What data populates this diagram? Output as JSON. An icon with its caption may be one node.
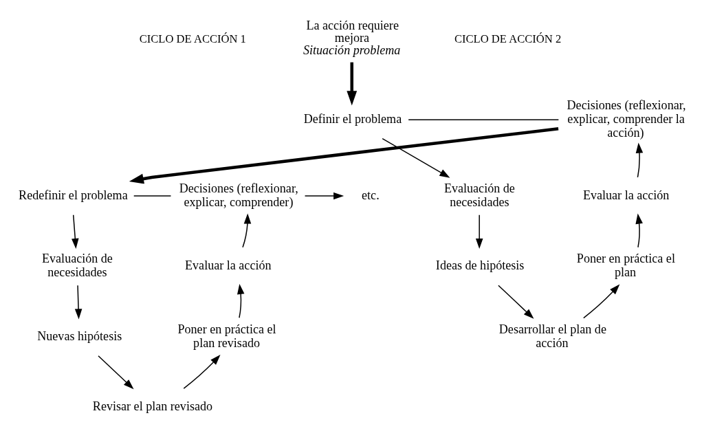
{
  "diagram": {
    "nodes": [
      {
        "text": [
          "La acción requiere mejora",
          "Situación problema"
        ]
      },
      {
        "text": [
          "Definir el problema"
        ]
      },
      {
        "text": [
          "Evaluación de necesidades"
        ]
      },
      {
        "text": [
          "Ideas de hipótesis"
        ]
      },
      {
        "text": [
          "Desarrollar el plan de acción"
        ]
      },
      {
        "text": [
          "Poner en práctica el plan"
        ]
      },
      {
        "text": [
          "Evaluar la acción"
        ]
      },
      {
        "text": [
          "Decisiones (reflexionar, explicar, comprender la acción)"
        ]
      },
      {
        "text": [
          "Redefinir el problema"
        ]
      },
      {
        "text": [
          "Evaluación de necesidades"
        ]
      },
      {
        "text": [
          "Nuevas hipótesis"
        ]
      },
      {
        "text": [
          "Revisar el plan revisado"
        ]
      },
      {
        "text": [
          "Poner en práctica el plan revisado"
        ]
      },
      {
        "text": [
          "Evaluar la acción"
        ]
      },
      {
        "text": [
          "Decisiones (reflexionar, explicar, comprender)"
        ]
      },
      {
        "text": [
          "etc."
        ]
      }
    ],
    "edges": [
      {
        "from": 0,
        "to": 1,
        "arrow": "to",
        "style": "thick"
      },
      {
        "from": 1,
        "to": 2,
        "arrow": "to"
      },
      {
        "from": 2,
        "to": 3,
        "arrow": "to"
      },
      {
        "from": 3,
        "to": 4,
        "arrow": "to"
      },
      {
        "from": 4,
        "to": 5,
        "arrow": "to"
      },
      {
        "from": 5,
        "to": 6,
        "arrow": "to"
      },
      {
        "from": 6,
        "to": 7,
        "arrow": "to"
      },
      {
        "from": 7,
        "to": 1,
        "arrow": "none"
      },
      {
        "from": 7,
        "to": 8,
        "arrow": "to",
        "style": "thick"
      },
      {
        "from": 8,
        "to": 9,
        "arrow": "to"
      },
      {
        "from": 9,
        "to": 10,
        "arrow": "to"
      },
      {
        "from": 10,
        "to": 11,
        "arrow": "to"
      },
      {
        "from": 11,
        "to": 12,
        "arrow": "to"
      },
      {
        "from": 12,
        "to": 13,
        "arrow": "to"
      },
      {
        "from": 13,
        "to": 14,
        "arrow": "to"
      },
      {
        "from": 14,
        "to": 8,
        "arrow": "none"
      },
      {
        "from": 14,
        "to": 15,
        "arrow": "to"
      }
    ],
    "labels": [
      "CICLO DE ACCIÓN 1",
      "CICLO DE ACCIÓN 2"
    ]
  }
}
